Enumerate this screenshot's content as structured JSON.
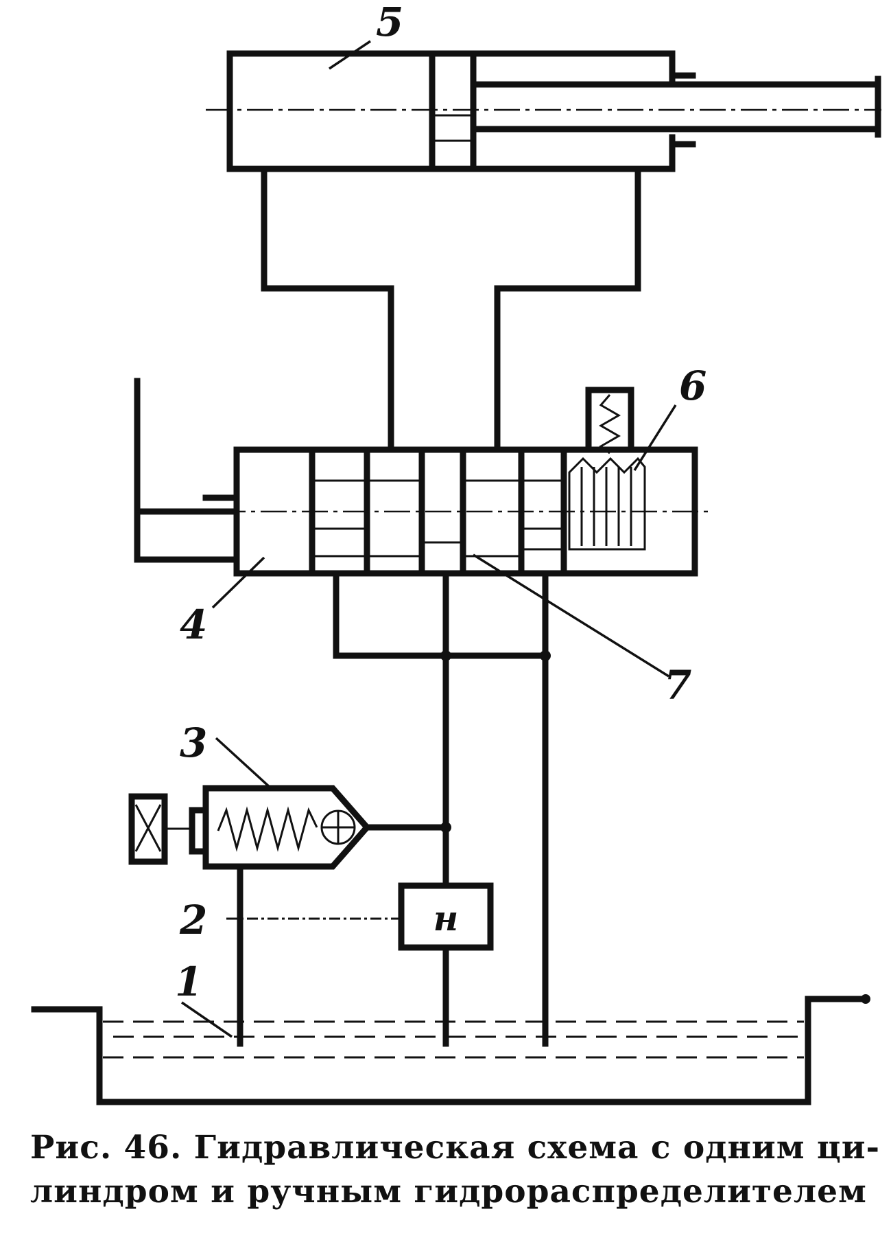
{
  "labels": {
    "l1": "1",
    "l2": "2",
    "l3": "3",
    "l4": "4",
    "l5": "5",
    "l6": "6",
    "l7": "7",
    "pump": "н"
  },
  "caption": {
    "line1": "Рис. 46. Гидравлическая схема с одним ци-",
    "line2": "линдром и ручным гидрораспределителем"
  }
}
